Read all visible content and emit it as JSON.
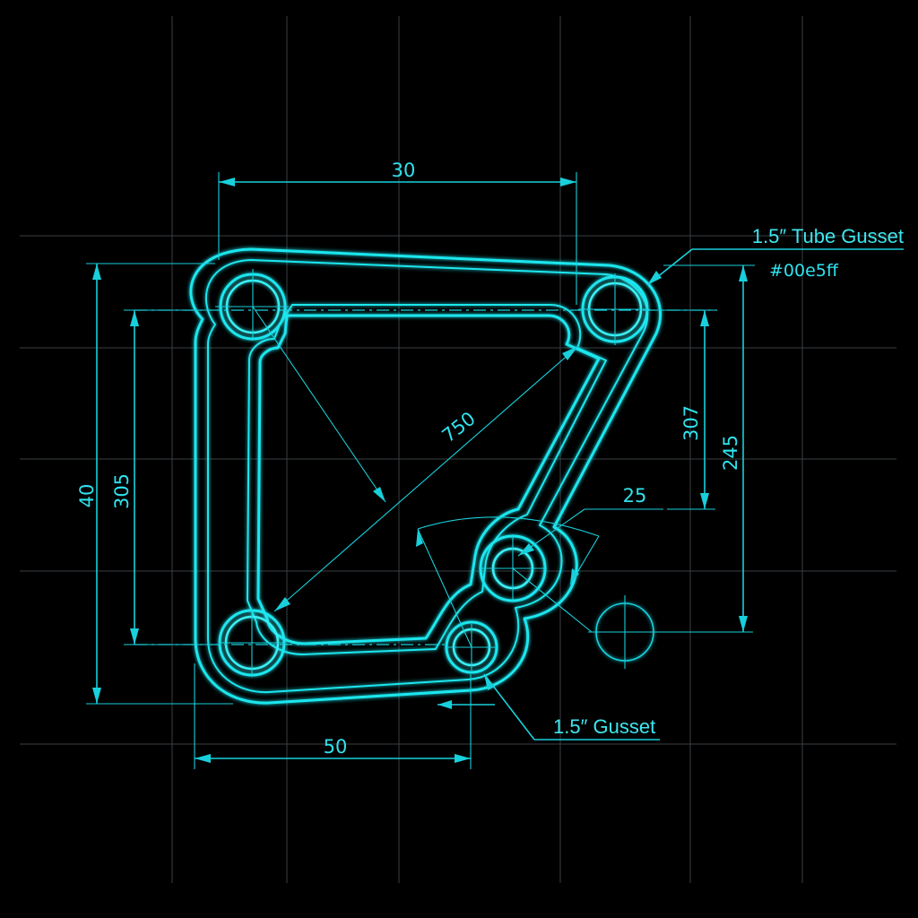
{
  "drawing": {
    "background": "#000000",
    "line_color": "#1ee6ee",
    "grid_color": "#3a3f44",
    "dimensions": {
      "top_width": "30",
      "bottom_width": "50",
      "left_outer_height": "40",
      "left_inner_height": "305",
      "diagonal": "750",
      "right_inner_height": "307",
      "right_outer_height": "245",
      "hole_diameter": "25"
    },
    "callouts": {
      "top_right_title": "1.5″ Tube Gusset",
      "top_right_code": "#00e5ff",
      "bottom_right_title": "1.5″ Gusset"
    }
  }
}
